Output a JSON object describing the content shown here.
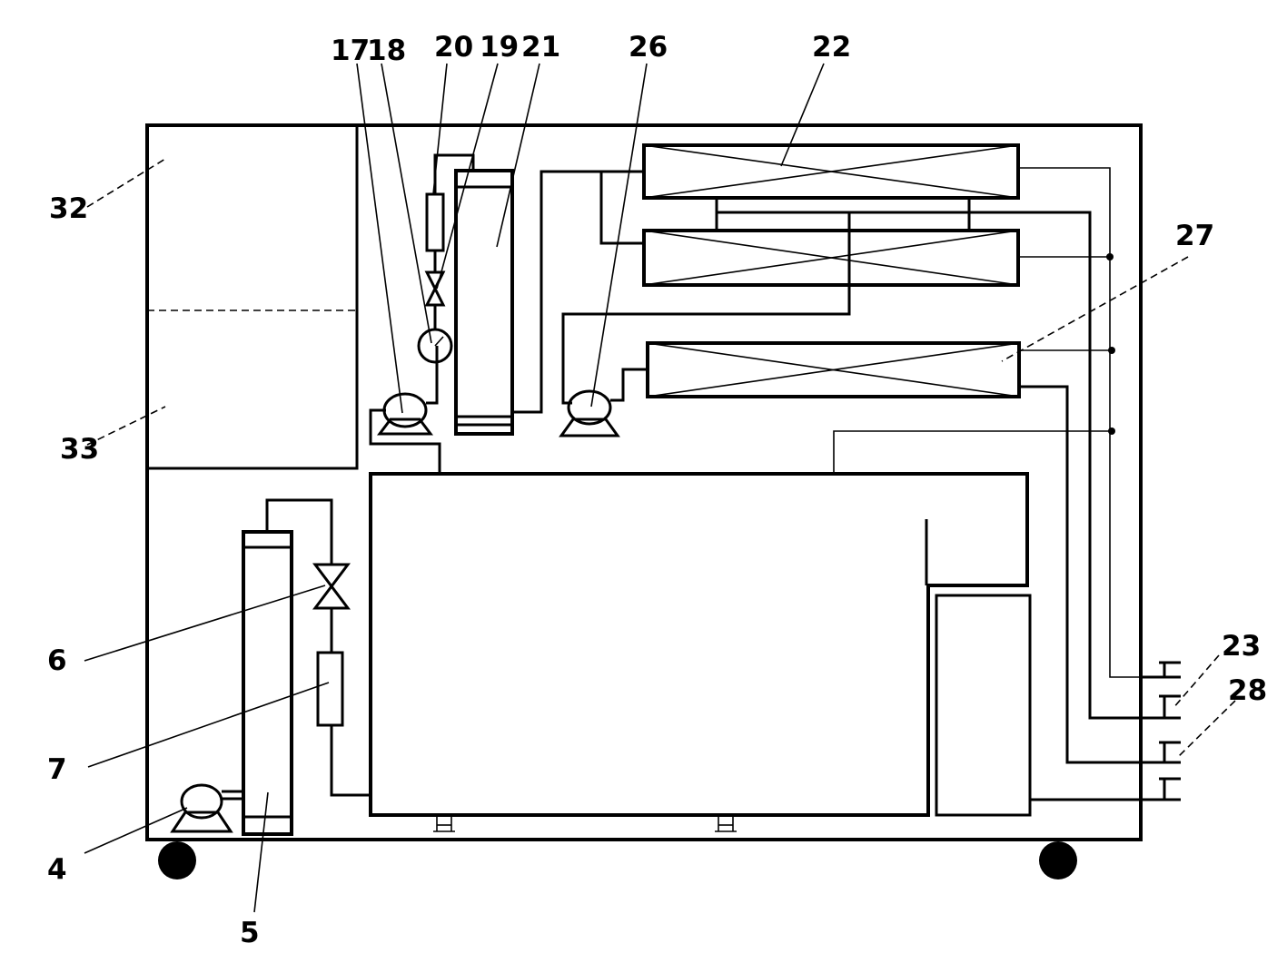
{
  "labels": {
    "l17": "17",
    "l18": "18",
    "l20": "20",
    "l19": "19",
    "l21": "21",
    "l26": "26",
    "l22": "22",
    "l27": "27",
    "l32": "32",
    "l33": "33",
    "l6": "6",
    "l7": "7",
    "l4": "4",
    "l5": "5",
    "l23": "23",
    "l28": "28"
  },
  "colors": {
    "line": "#000000",
    "background": "#ffffff"
  }
}
